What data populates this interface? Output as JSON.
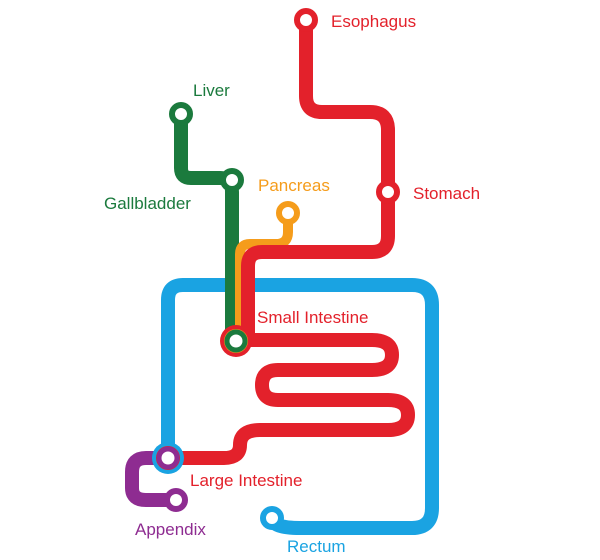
{
  "stations": {
    "esophagus": "Esophagus",
    "stomach": "Stomach",
    "liver": "Liver",
    "gallbladder": "Gallbladder",
    "pancreas": "Pancreas",
    "small_intestine": "Small Intestine",
    "large_intestine": "Large Intestine",
    "appendix": "Appendix",
    "rectum": "Rectum"
  },
  "colors": {
    "red": "#e3212b",
    "blue": "#1aa3e2",
    "green": "#1b7a3d",
    "orange": "#f59c1b",
    "purple": "#8e2c91",
    "station_fill": "#ffffff"
  }
}
